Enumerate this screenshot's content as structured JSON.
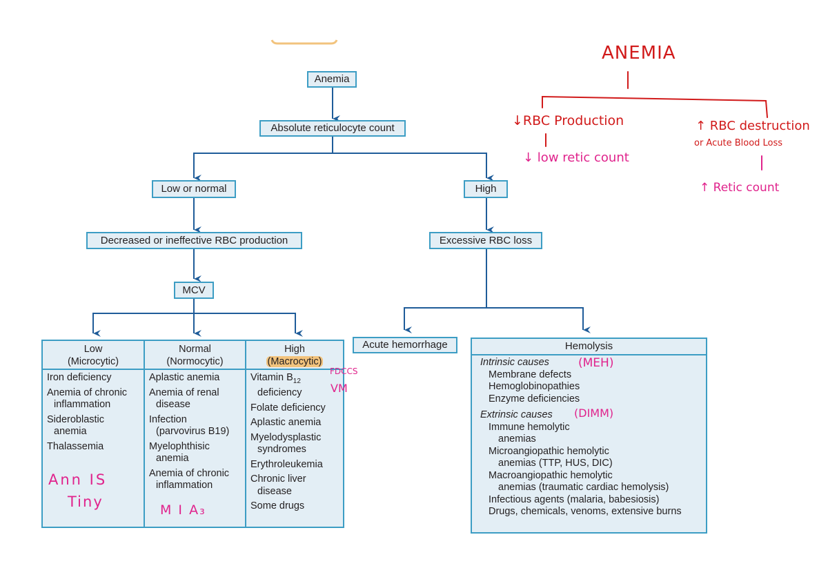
{
  "flowchart": {
    "root": "Anemia",
    "test": "Absolute reticulocyte count",
    "branch_low": "Low or normal",
    "branch_high": "High",
    "low_result": "Decreased or ineffective RBC production",
    "high_result": "Excessive RBC loss",
    "mcv": "MCV",
    "acute": "Acute hemorrhage"
  },
  "mcv_table": {
    "columns": [
      {
        "header_line1": "Low",
        "header_line2": "(Microcytic)",
        "items": [
          [
            "Iron deficiency"
          ],
          [
            "Anemia of chronic",
            "inflammation"
          ],
          [
            "Sideroblastic",
            "anemia"
          ],
          [
            "Thalassemia"
          ]
        ]
      },
      {
        "header_line1": "Normal",
        "header_line2": "(Normocytic)",
        "items": [
          [
            "Aplastic anemia"
          ],
          [
            "Anemia of renal",
            "disease"
          ],
          [
            "Infection",
            "(parvovirus B19)"
          ],
          [
            "Myelophthisic",
            "anemia"
          ],
          [
            "Anemia of chronic",
            "inflammation"
          ]
        ]
      },
      {
        "header_line1": "High",
        "header_line2": "(Macrocytic)",
        "b12_prefix": "Vitamin B",
        "b12_sub": "12",
        "b12_line2": "deficiency",
        "items": [
          [
            "Folate deficiency"
          ],
          [
            "Aplastic anemia"
          ],
          [
            "Myelodysplastic",
            "syndromes"
          ],
          [
            "Erythroleukemia"
          ],
          [
            "Chronic liver",
            "disease"
          ],
          [
            "Some drugs"
          ]
        ]
      }
    ]
  },
  "hemolysis": {
    "title": "Hemolysis",
    "intrinsic_label": "Intrinsic causes",
    "intrinsic": [
      "Membrane defects",
      "Hemoglobinopathies",
      "Enzyme deficiencies"
    ],
    "extrinsic_label": "Extrinsic causes",
    "extrinsic": [
      [
        "Immune hemolytic",
        "anemias"
      ],
      [
        "Microangiopathic hemolytic",
        "anemias (TTP, HUS, DIC)"
      ],
      [
        "Macroangiopathic hemolytic",
        "anemias (traumatic cardiac hemolysis)"
      ],
      [
        "Infectious agents (malaria, babesiosis)"
      ],
      [
        "Drugs, chemicals, venoms, extensive burns"
      ]
    ]
  },
  "handwritten": {
    "title": "ANEMIA",
    "left_branch": "↓RBC Production",
    "left_sub": "↓ low retic count",
    "right_branch_1": "↑ RBC destruction",
    "right_branch_2": "or Acute Blood Loss",
    "right_sub": "↑ Retic count",
    "mnemonic_micro_1": "Ann IS",
    "mnemonic_micro_2": "Tiny",
    "mnemonic_normo": "M I A₃",
    "mnemonic_macro_1": "FDCCS",
    "mnemonic_macro_2": "VM",
    "mnemonic_intrinsic": "(MEH)",
    "mnemonic_extrinsic": "(DIMM)"
  },
  "colors": {
    "box_border": "#3c9dc4",
    "box_fill": "#e3eef5",
    "arrow": "#1f5c99",
    "highlight": "#f2c37d",
    "ink_red": "#d11a1a",
    "ink_pink": "#e0238c"
  }
}
